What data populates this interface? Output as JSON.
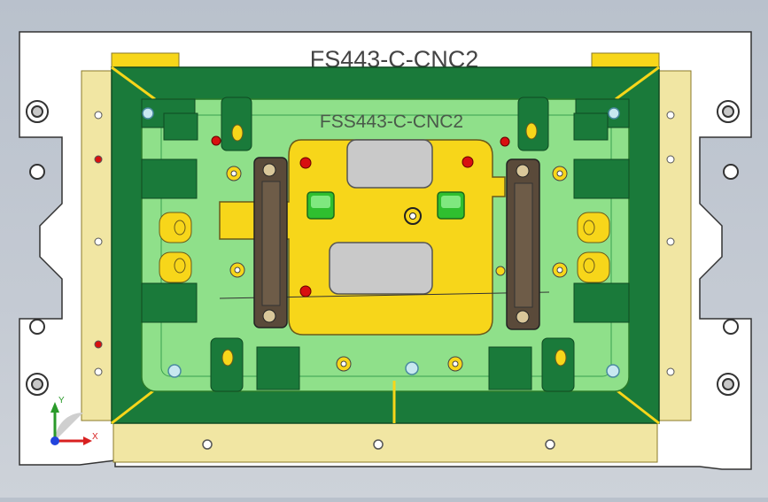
{
  "model": {
    "title_outer": "FS443-C-CNC2",
    "title_inner": "FSS443-C-CNC2"
  },
  "triad": {
    "x_label": "X",
    "y_label": "Y"
  },
  "colors": {
    "background": "#c4cad3",
    "plate": "#ffffff",
    "yellow": "#f7d61a",
    "rail_yellow": "#f1e6a3",
    "dark_green": "#1a7a3a",
    "light_green": "#8fe08a",
    "brown_clamp": "#5a4a3a",
    "red_pin": "#d81010",
    "green_button": "#2fbf2f"
  },
  "icons": {
    "triad": "xyz-axis-triad-icon"
  }
}
